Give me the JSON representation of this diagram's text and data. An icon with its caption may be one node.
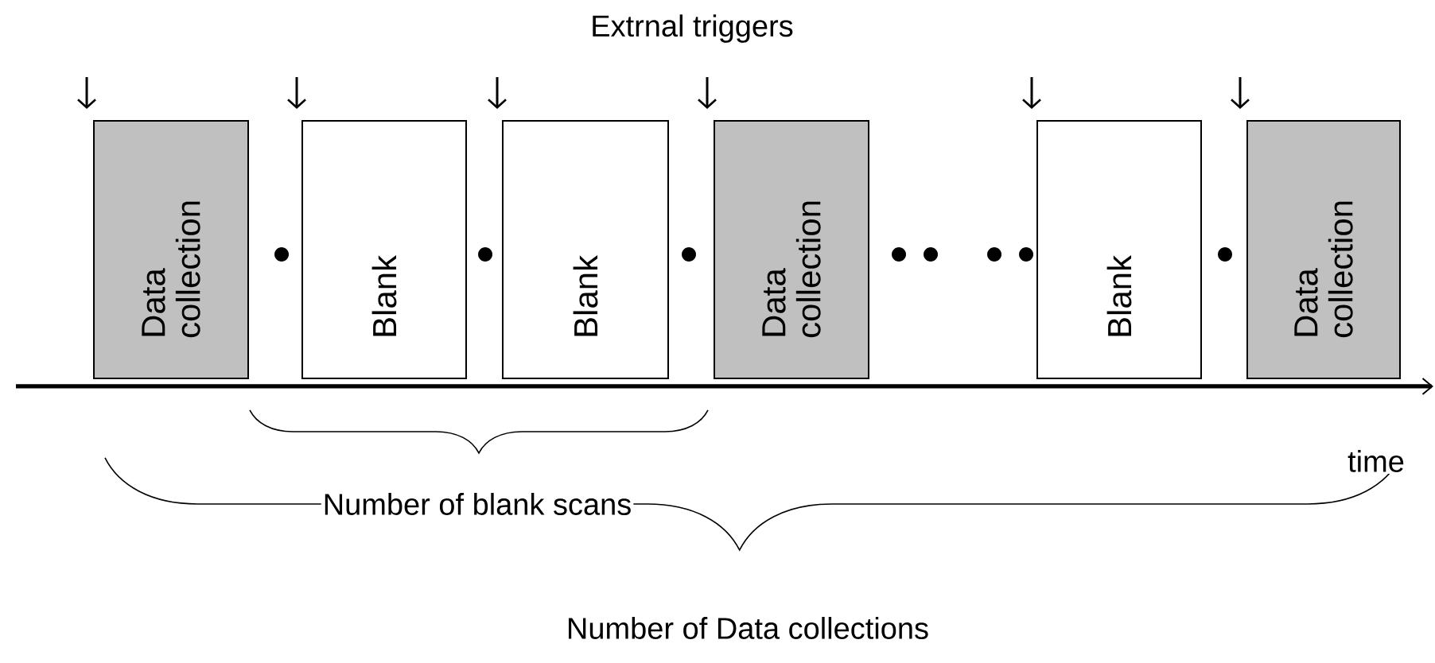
{
  "diagram": {
    "nodes": [
      {
        "text": [
          "Data collection"
        ]
      },
      {
        "text": [
          "Blank"
        ]
      },
      {
        "text": [
          "Blank"
        ]
      },
      {
        "text": [
          "Data collection"
        ]
      },
      {
        "text": [
          "Blank"
        ]
      },
      {
        "text": [
          "Data collection"
        ]
      }
    ],
    "edges": [
      {
        "from": null,
        "to": 0,
        "arrow": "to"
      },
      {
        "from": null,
        "to": 1,
        "arrow": "to"
      },
      {
        "from": null,
        "to": 2,
        "arrow": "to"
      },
      {
        "from": null,
        "to": 3,
        "arrow": "to"
      },
      {
        "from": null,
        "to": 4,
        "arrow": "to"
      },
      {
        "from": null,
        "to": 5,
        "arrow": "to"
      }
    ],
    "labels": [
      "Extrnal triggers",
      "time",
      "Number of blank scans",
      "Number of Data collections"
    ]
  }
}
